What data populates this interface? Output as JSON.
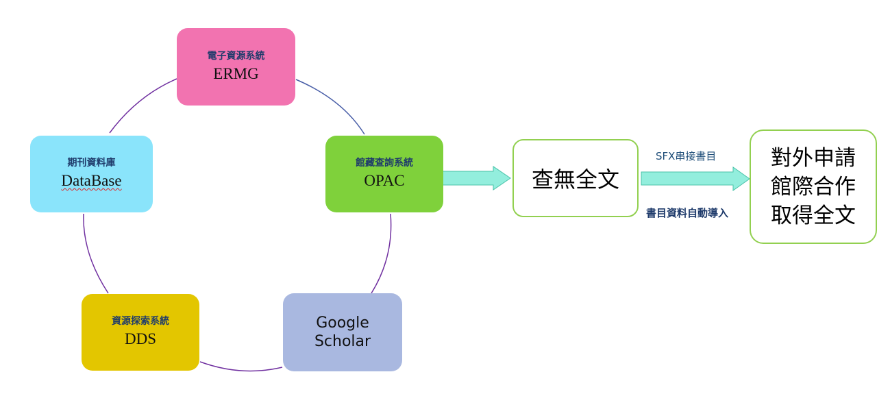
{
  "colors": {
    "ermg_fill": "#f273b0",
    "database_fill": "#8ae4fb",
    "opac_fill": "#7fd13b",
    "dds_fill": "#e3c600",
    "google_fill": "#a9b8e0",
    "circle_stroke": "#7030a0",
    "circle_stroke_alt": "#4a5fa8",
    "arrow_fill": "#93eedd",
    "arrow_stroke": "#48c2a8",
    "box_border": "#92d050"
  },
  "nodes": {
    "ermg": {
      "zh": "電子資源系統",
      "en": "ERMG"
    },
    "database": {
      "zh": "期刊資料庫",
      "en": "DataBase"
    },
    "opac": {
      "zh": "館藏查詢系統",
      "en": "OPAC"
    },
    "dds": {
      "zh": "資源探索系統",
      "en": "DDS"
    },
    "google": {
      "line1": "Google",
      "line2": "Scholar"
    }
  },
  "flow": {
    "no_fulltext": "查無全文",
    "ill_lines": [
      "對外申請",
      "館際合作",
      "取得全文"
    ],
    "label_sfx": "SFX串接書目",
    "label_auto_import": "書目資料自動導入"
  }
}
